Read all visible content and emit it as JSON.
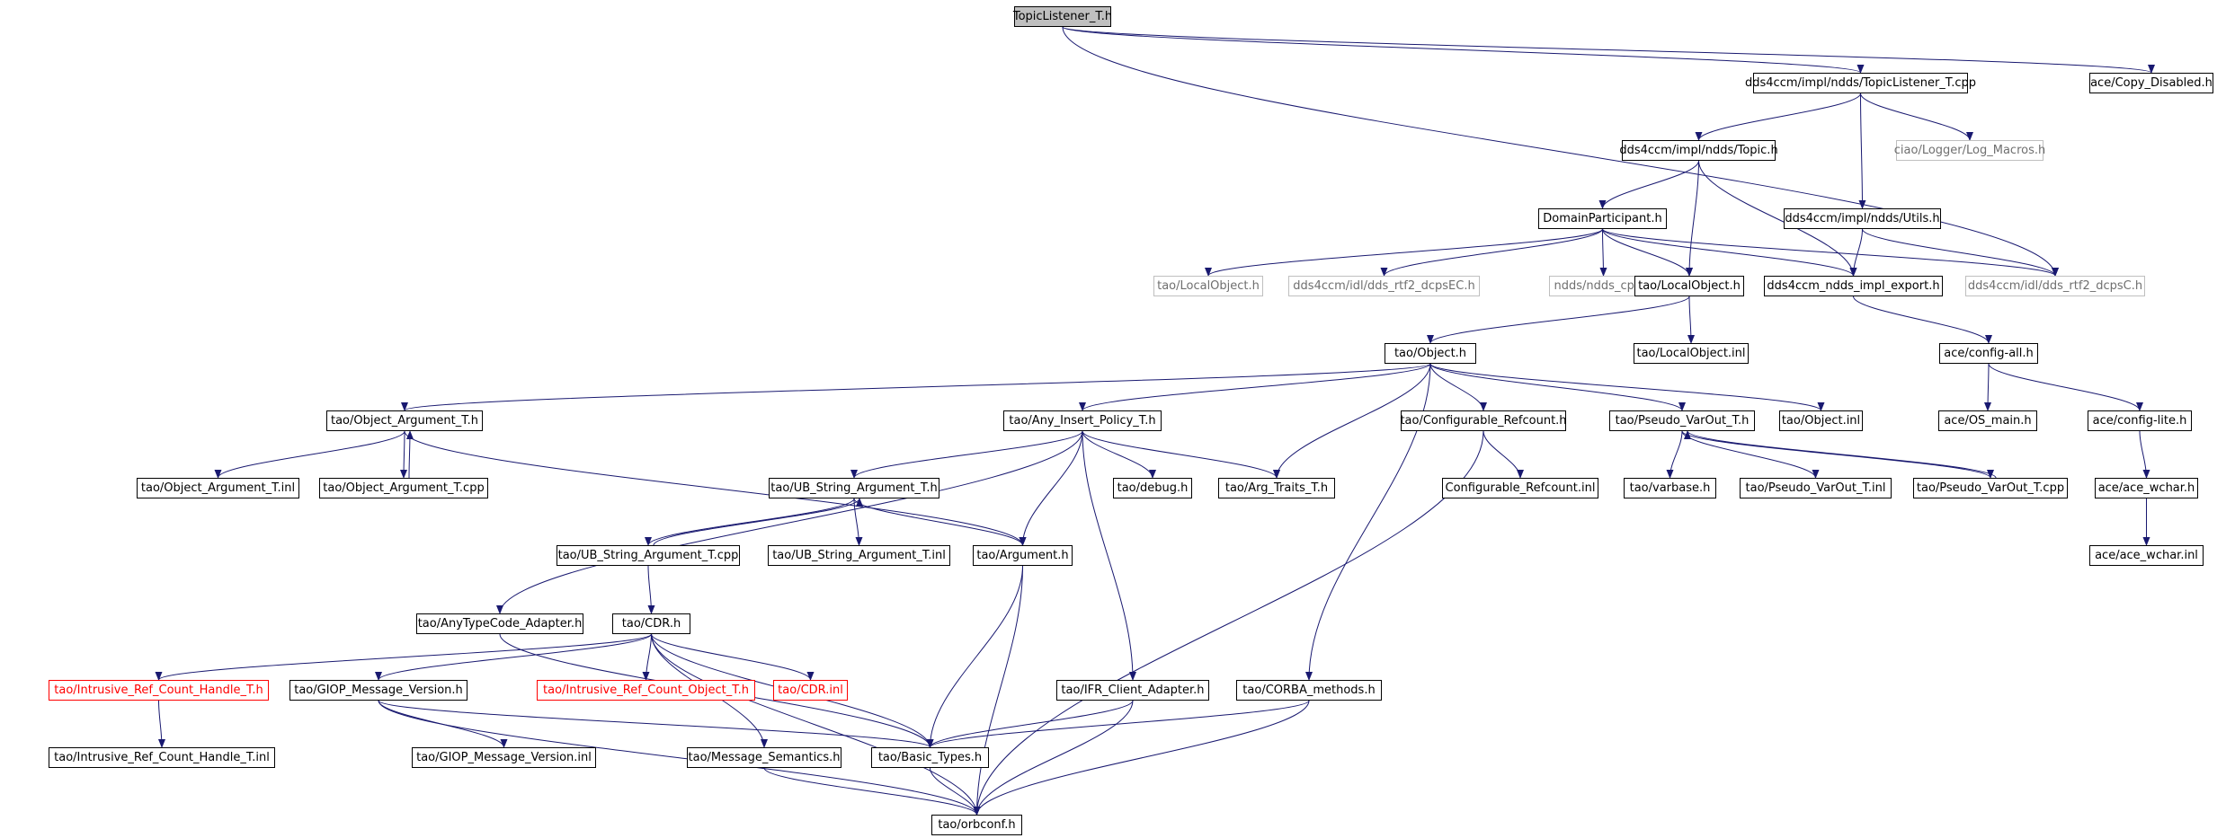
{
  "colors": {
    "edge": "#191970",
    "root_fill": "#bfbfbf",
    "missing_border": "#bfbfbf",
    "missing_text": "#6f6f6f",
    "truncated_border": "#ff0000"
  },
  "nodes": [
    {
      "id": "topiclistener_h",
      "label": "TopicListener_T.h",
      "style": "root"
    },
    {
      "id": "topiclistener_cpp",
      "label": "dds4ccm/impl/ndds/TopicListener_T.cpp",
      "style": "normal"
    },
    {
      "id": "copy_disabled",
      "label": "ace/Copy_Disabled.h",
      "style": "normal"
    },
    {
      "id": "topic_h",
      "label": "dds4ccm/impl/ndds/Topic.h",
      "style": "normal"
    },
    {
      "id": "log_macros",
      "label": "ciao/Logger/Log_Macros.h",
      "style": "gray"
    },
    {
      "id": "domainparticipant",
      "label": "DomainParticipant.h",
      "style": "normal"
    },
    {
      "id": "utils_h",
      "label": "dds4ccm/impl/ndds/Utils.h",
      "style": "normal"
    },
    {
      "id": "tao_localobject_gray",
      "label": "tao/LocalObject.h",
      "style": "gray"
    },
    {
      "id": "dcpsec",
      "label": "dds4ccm/idl/dds_rtf2_dcpsEC.h",
      "style": "gray"
    },
    {
      "id": "ndds_cpp",
      "label": "ndds/ndds_cpp.h",
      "style": "gray"
    },
    {
      "id": "tao_localobject",
      "label": "tao/LocalObject.h",
      "style": "normal"
    },
    {
      "id": "impl_export",
      "label": "dds4ccm_ndds_impl_export.h",
      "style": "normal"
    },
    {
      "id": "dcpsc",
      "label": "dds4ccm/idl/dds_rtf2_dcpsC.h",
      "style": "gray"
    },
    {
      "id": "tao_object",
      "label": "tao/Object.h",
      "style": "normal"
    },
    {
      "id": "localobject_inl",
      "label": "tao/LocalObject.inl",
      "style": "normal"
    },
    {
      "id": "config_all",
      "label": "ace/config-all.h",
      "style": "normal"
    },
    {
      "id": "object_argument_h",
      "label": "tao/Object_Argument_T.h",
      "style": "normal"
    },
    {
      "id": "any_insert",
      "label": "tao/Any_Insert_Policy_T.h",
      "style": "normal"
    },
    {
      "id": "configurable_refcount",
      "label": "tao/Configurable_Refcount.h",
      "style": "normal"
    },
    {
      "id": "pseudo_varout_h",
      "label": "tao/Pseudo_VarOut_T.h",
      "style": "normal"
    },
    {
      "id": "object_inl",
      "label": "tao/Object.inl",
      "style": "normal"
    },
    {
      "id": "os_main",
      "label": "ace/OS_main.h",
      "style": "normal"
    },
    {
      "id": "config_lite",
      "label": "ace/config-lite.h",
      "style": "normal"
    },
    {
      "id": "object_argument_inl",
      "label": "tao/Object_Argument_T.inl",
      "style": "normal"
    },
    {
      "id": "object_argument_cpp",
      "label": "tao/Object_Argument_T.cpp",
      "style": "normal"
    },
    {
      "id": "ub_string_h",
      "label": "tao/UB_String_Argument_T.h",
      "style": "normal"
    },
    {
      "id": "debug_h",
      "label": "tao/debug.h",
      "style": "normal"
    },
    {
      "id": "arg_traits",
      "label": "tao/Arg_Traits_T.h",
      "style": "normal"
    },
    {
      "id": "configurable_refcount_inl",
      "label": "Configurable_Refcount.inl",
      "style": "normal"
    },
    {
      "id": "varbase",
      "label": "tao/varbase.h",
      "style": "normal"
    },
    {
      "id": "pseudo_varout_inl",
      "label": "tao/Pseudo_VarOut_T.inl",
      "style": "normal"
    },
    {
      "id": "pseudo_varout_cpp",
      "label": "tao/Pseudo_VarOut_T.cpp",
      "style": "normal"
    },
    {
      "id": "ace_wchar_h",
      "label": "ace/ace_wchar.h",
      "style": "normal"
    },
    {
      "id": "ub_string_cpp",
      "label": "tao/UB_String_Argument_T.cpp",
      "style": "normal"
    },
    {
      "id": "ub_string_inl",
      "label": "tao/UB_String_Argument_T.inl",
      "style": "normal"
    },
    {
      "id": "argument_h",
      "label": "tao/Argument.h",
      "style": "normal"
    },
    {
      "id": "ace_wchar_inl",
      "label": "ace/ace_wchar.inl",
      "style": "normal"
    },
    {
      "id": "anytypecode",
      "label": "tao/AnyTypeCode_Adapter.h",
      "style": "normal"
    },
    {
      "id": "cdr_h",
      "label": "tao/CDR.h",
      "style": "normal"
    },
    {
      "id": "intrusive_handle",
      "label": "tao/Intrusive_Ref_Count_Handle_T.h",
      "style": "red"
    },
    {
      "id": "giop_version",
      "label": "tao/GIOP_Message_Version.h",
      "style": "normal"
    },
    {
      "id": "intrusive_object",
      "label": "tao/Intrusive_Ref_Count_Object_T.h",
      "style": "red"
    },
    {
      "id": "cdr_inl",
      "label": "tao/CDR.inl",
      "style": "red"
    },
    {
      "id": "ifr_client",
      "label": "tao/IFR_Client_Adapter.h",
      "style": "normal"
    },
    {
      "id": "corba_methods",
      "label": "tao/CORBA_methods.h",
      "style": "normal"
    },
    {
      "id": "intrusive_handle_inl",
      "label": "tao/Intrusive_Ref_Count_Handle_T.inl",
      "style": "normal"
    },
    {
      "id": "giop_version_inl",
      "label": "tao/GIOP_Message_Version.inl",
      "style": "normal"
    },
    {
      "id": "message_semantics",
      "label": "tao/Message_Semantics.h",
      "style": "normal"
    },
    {
      "id": "basic_types",
      "label": "tao/Basic_Types.h",
      "style": "normal"
    },
    {
      "id": "orbconf",
      "label": "tao/orbconf.h",
      "style": "normal"
    }
  ],
  "edges": [
    [
      "topiclistener_h",
      "topiclistener_cpp"
    ],
    [
      "topiclistener_h",
      "copy_disabled"
    ],
    [
      "topiclistener_h",
      "dcpsc"
    ],
    [
      "topiclistener_cpp",
      "topic_h"
    ],
    [
      "topiclistener_cpp",
      "log_macros"
    ],
    [
      "topiclistener_cpp",
      "utils_h"
    ],
    [
      "topic_h",
      "domainparticipant"
    ],
    [
      "topic_h",
      "tao_localobject"
    ],
    [
      "topic_h",
      "impl_export"
    ],
    [
      "domainparticipant",
      "tao_localobject_gray"
    ],
    [
      "domainparticipant",
      "dcpsec"
    ],
    [
      "domainparticipant",
      "ndds_cpp"
    ],
    [
      "domainparticipant",
      "tao_localobject"
    ],
    [
      "domainparticipant",
      "impl_export"
    ],
    [
      "domainparticipant",
      "dcpsc"
    ],
    [
      "utils_h",
      "impl_export"
    ],
    [
      "utils_h",
      "dcpsc"
    ],
    [
      "tao_localobject",
      "tao_object"
    ],
    [
      "tao_localobject",
      "localobject_inl"
    ],
    [
      "impl_export",
      "config_all"
    ],
    [
      "config_all",
      "os_main"
    ],
    [
      "config_all",
      "config_lite"
    ],
    [
      "config_lite",
      "ace_wchar_h"
    ],
    [
      "ace_wchar_h",
      "ace_wchar_inl"
    ],
    [
      "tao_object",
      "object_argument_h"
    ],
    [
      "tao_object",
      "any_insert"
    ],
    [
      "tao_object",
      "configurable_refcount"
    ],
    [
      "tao_object",
      "pseudo_varout_h"
    ],
    [
      "tao_object",
      "object_inl"
    ],
    [
      "tao_object",
      "arg_traits"
    ],
    [
      "tao_object",
      "corba_methods"
    ],
    [
      "object_argument_h",
      "object_argument_inl"
    ],
    [
      "object_argument_h",
      "object_argument_cpp"
    ],
    [
      "object_argument_cpp",
      "object_argument_h"
    ],
    [
      "object_argument_h",
      "argument_h"
    ],
    [
      "any_insert",
      "ub_string_h"
    ],
    [
      "any_insert",
      "debug_h"
    ],
    [
      "any_insert",
      "arg_traits"
    ],
    [
      "any_insert",
      "argument_h"
    ],
    [
      "any_insert",
      "anytypecode"
    ],
    [
      "any_insert",
      "ifr_client"
    ],
    [
      "configurable_refcount",
      "configurable_refcount_inl"
    ],
    [
      "configurable_refcount",
      "orbconf"
    ],
    [
      "pseudo_varout_h",
      "varbase"
    ],
    [
      "pseudo_varout_h",
      "pseudo_varout_inl"
    ],
    [
      "pseudo_varout_h",
      "pseudo_varout_cpp"
    ],
    [
      "pseudo_varout_cpp",
      "pseudo_varout_h"
    ],
    [
      "ub_string_h",
      "ub_string_cpp"
    ],
    [
      "ub_string_cpp",
      "ub_string_h"
    ],
    [
      "ub_string_h",
      "ub_string_inl"
    ],
    [
      "ub_string_h",
      "argument_h"
    ],
    [
      "ub_string_cpp",
      "cdr_h"
    ],
    [
      "argument_h",
      "basic_types"
    ],
    [
      "argument_h",
      "orbconf"
    ],
    [
      "anytypecode",
      "basic_types"
    ],
    [
      "cdr_h",
      "intrusive_handle"
    ],
    [
      "cdr_h",
      "giop_version"
    ],
    [
      "cdr_h",
      "intrusive_object"
    ],
    [
      "cdr_h",
      "cdr_inl"
    ],
    [
      "cdr_h",
      "message_semantics"
    ],
    [
      "cdr_h",
      "basic_types"
    ],
    [
      "cdr_h",
      "orbconf"
    ],
    [
      "intrusive_handle",
      "intrusive_handle_inl"
    ],
    [
      "giop_version",
      "giop_version_inl"
    ],
    [
      "giop_version",
      "basic_types"
    ],
    [
      "giop_version",
      "orbconf"
    ],
    [
      "ifr_client",
      "basic_types"
    ],
    [
      "ifr_client",
      "orbconf"
    ],
    [
      "corba_methods",
      "basic_types"
    ],
    [
      "corba_methods",
      "orbconf"
    ],
    [
      "message_semantics",
      "orbconf"
    ],
    [
      "basic_types",
      "orbconf"
    ]
  ]
}
